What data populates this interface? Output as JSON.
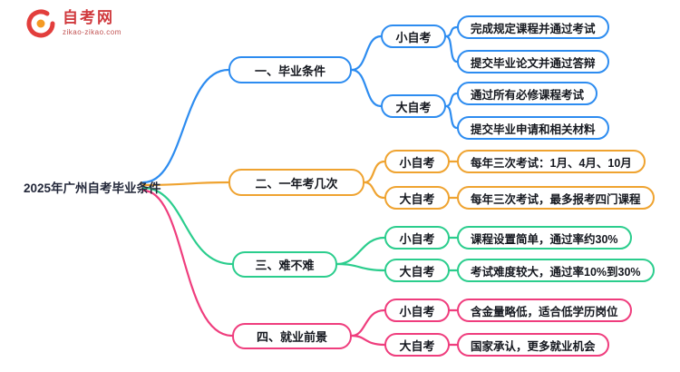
{
  "logo": {
    "brand": "自考网",
    "domain": "zikao-zikao.com",
    "color": "#e23e3c"
  },
  "root": {
    "title": "2025年广州自考毕业条件",
    "text_color": "#23283a"
  },
  "branches": [
    {
      "label": "一、毕业条件",
      "color": "#2d8cf0",
      "subs": [
        {
          "label": "小自考",
          "leaves": [
            "完成规定课程并通过考试",
            "提交毕业论文并通过答辩"
          ]
        },
        {
          "label": "大自考",
          "leaves": [
            "通过所有必修课程考试",
            "提交毕业申请和相关材料"
          ]
        }
      ]
    },
    {
      "label": "二、一年考几次",
      "color": "#efa330",
      "subs": [
        {
          "label": "小自考",
          "leaves": [
            "每年三次考试：1月、4月、10月"
          ]
        },
        {
          "label": "大自考",
          "leaves": [
            "每年三次考试，最多报考四门课程"
          ]
        }
      ]
    },
    {
      "label": "三、难不难",
      "color": "#2bcd8d",
      "subs": [
        {
          "label": "小自考",
          "leaves": [
            "课程设置简单，通过率约30%"
          ]
        },
        {
          "label": "大自考",
          "leaves": [
            "考试难度较大，通过率10%到30%"
          ]
        }
      ]
    },
    {
      "label": "四、就业前景",
      "color": "#ef3d7d",
      "subs": [
        {
          "label": "小自考",
          "leaves": [
            "含金量略低，适合低学历岗位"
          ]
        },
        {
          "label": "大自考",
          "leaves": [
            "国家承认，更多就业机会"
          ]
        }
      ]
    }
  ]
}
